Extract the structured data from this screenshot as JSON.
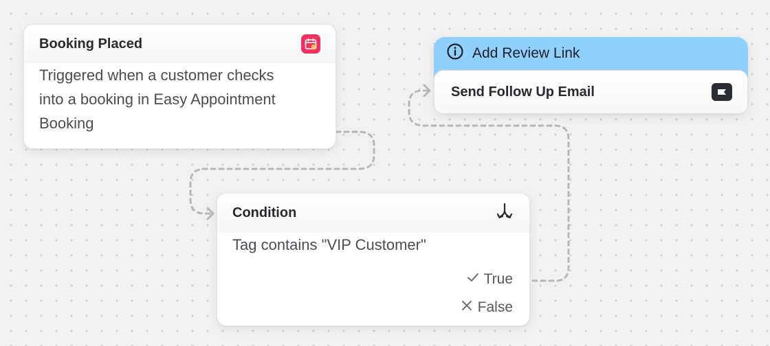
{
  "trigger": {
    "title": "Booking Placed",
    "description_lines": [
      "Triggered when a customer checks",
      "into a booking in Easy Appointment",
      "Booking"
    ],
    "icon": "calendar-icon",
    "icon_color": "#f2315d"
  },
  "condition": {
    "title": "Condition",
    "description": "Tag contains \"VIP Customer\"",
    "icon": "split-arrow-icon",
    "branches": {
      "true_label": "True",
      "false_label": "False"
    }
  },
  "action_group": {
    "header_label": "Add Review Link",
    "header_icon": "info-icon",
    "header_color": "#8fd0ff",
    "step": {
      "title": "Send Follow Up Email",
      "icon": "mail-icon"
    }
  }
}
